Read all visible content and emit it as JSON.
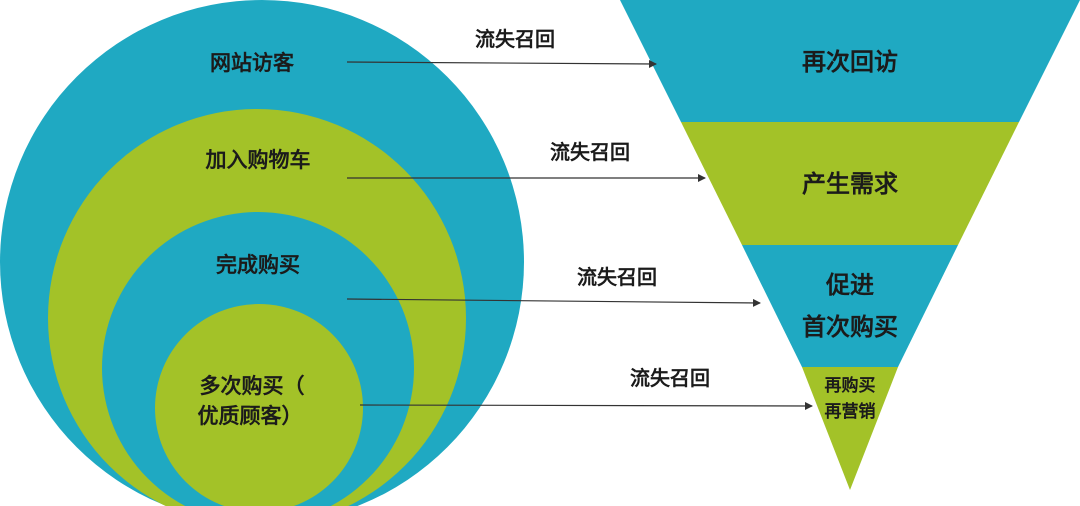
{
  "colors": {
    "teal": "#1fa9c2",
    "green": "#a3c228",
    "line": "#333333",
    "text": "#1b1b1b"
  },
  "circles": {
    "c1": "网站访客",
    "c2": "加入购物车",
    "c3": "完成购买",
    "c4_line1": "多次购买（",
    "c4_line2": "优质顾客）"
  },
  "funnel": {
    "s1": "再次回访",
    "s2": "产生需求",
    "s3_line1": "促进",
    "s3_line2": "首次购买",
    "s4_line1": "再购买",
    "s4_line2": "再营销"
  },
  "arrows": {
    "a1": "流失召回",
    "a2": "流失召回",
    "a3": "流失召回",
    "a4": "流失召回"
  }
}
